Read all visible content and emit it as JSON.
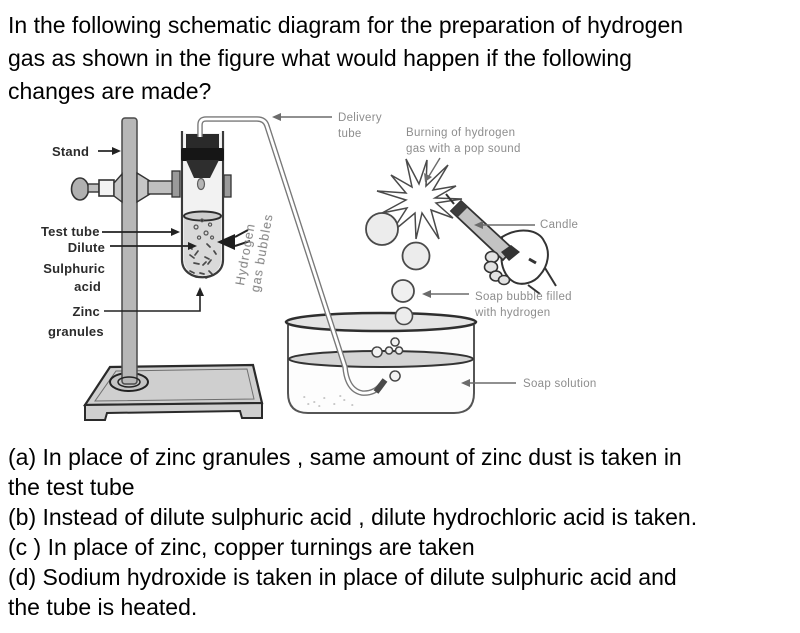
{
  "question": {
    "lines": [
      "In the following schematic diagram for the preparation of hydrogen",
      "gas as shown in the figure what would happen if the following",
      "changes are made?"
    ]
  },
  "diagram": {
    "labels": {
      "stand": "Stand",
      "test_tube": "Test tube",
      "acid_l1": "Dilute",
      "acid_l2": "Sulphuric",
      "acid_l3": "acid",
      "zinc_l1": "Zinc",
      "zinc_l2": "granules",
      "hydrogen_l1": "Hydrogen",
      "hydrogen_l2": "gas bubbles",
      "delivery_l1": "Delivery",
      "delivery_l2": "tube",
      "burning_l1": "Burning of hydrogen",
      "burning_l2": "gas with a pop sound",
      "candle": "Candle",
      "soap_bubble_l1": "Soap bubble filled",
      "soap_bubble_l2": "with hydrogen",
      "soap_solution": "Soap solution"
    },
    "colors": {
      "cork": "#1c1c1c",
      "glass_outline": "#3a3a3a",
      "metal_gray": "#b7b7b7",
      "liquid_gray": "#d9d9d9",
      "label_gray": "#8d8d8d",
      "label_dark": "#2b2b2b"
    }
  },
  "options": {
    "lines": [
      "(a) In place of zinc granules , same amount of zinc dust is taken in",
      "the test tube",
      "(b) Instead of dilute sulphuric acid , dilute hydrochloric acid is taken.",
      "(c ) In place of zinc, copper turnings are taken",
      "(d) Sodium hydroxide is taken in place of dilute sulphuric acid and",
      "the tube is heated."
    ]
  }
}
